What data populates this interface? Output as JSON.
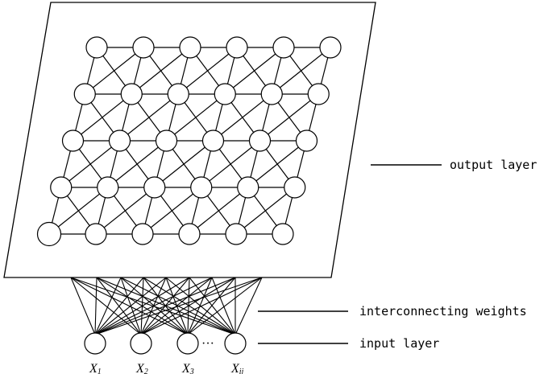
{
  "labels": {
    "output_layer": "output layer",
    "interconnecting_weights": "interconnecting weights",
    "input_layer": "input layer"
  },
  "inputs": [
    {
      "base": "X",
      "sub": "1"
    },
    {
      "base": "X",
      "sub": "2"
    },
    {
      "base": "X",
      "sub": "3"
    },
    {
      "base": "X",
      "sub": "ij"
    }
  ],
  "ellipsis": "···",
  "grid": {
    "rows": 5,
    "cols": 6
  }
}
